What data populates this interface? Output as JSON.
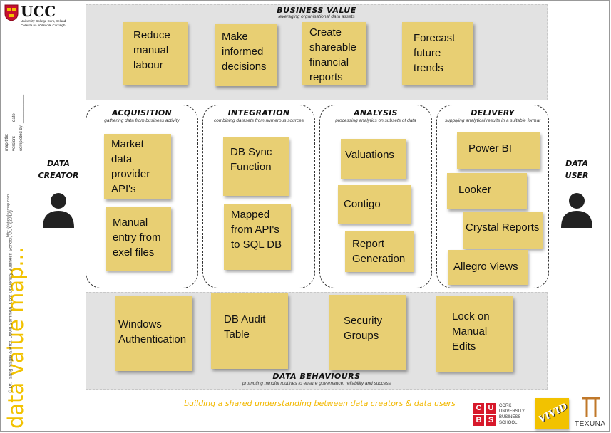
{
  "logo": {
    "name": "UCC",
    "line1": "University College Cork, Ireland",
    "line2": "Coláiste na hOllscoile Corcaigh"
  },
  "business_value": {
    "title": "BUSINESS VALUE",
    "subtitle": "leveraging organisational data assets",
    "notes": [
      "Reduce manual labour",
      "Make informed decisions",
      "Create shareable financial reports",
      "Forecast future trends"
    ]
  },
  "stages": [
    {
      "title": "ACQUISITION",
      "subtitle": "gathering data from business activity",
      "notes": [
        "Market data provider API's",
        "Manual entry from exel files"
      ]
    },
    {
      "title": "INTEGRATION",
      "subtitle": "combining datasets from numerous sources",
      "notes": [
        "DB Sync Function",
        "Mapped from API's to SQL DB"
      ]
    },
    {
      "title": "ANALYSIS",
      "subtitle": "processing analytics on subsets of data",
      "notes": [
        "Valuations",
        "Contigo",
        "Report Generation"
      ]
    },
    {
      "title": "DELIVERY",
      "subtitle": "supplying analytical results in a suitable format",
      "notes": [
        "Power BI",
        "Looker",
        "Crystal Reports",
        "Allegro Views"
      ]
    }
  ],
  "data_creator": {
    "line1": "DATA",
    "line2": "CREATOR"
  },
  "data_user": {
    "line1": "DATA",
    "line2": "USER"
  },
  "behaviours": {
    "title": "DATA BEHAVIOURS",
    "subtitle": "promoting mindful routines to ensure governance, reliability and success",
    "notes": [
      "Windows Authentication",
      "DB Audit Table",
      "Security Groups",
      "Lock on Manual Edits"
    ]
  },
  "side": {
    "big": "data value map...",
    "copyright": "© Dr. Tadhg Nagle & Prof. David Sammon, Cork University Business School, UCC (2017)",
    "url": "http://datavaluemap.com",
    "map_title": "map title:",
    "version": "version:",
    "date": "date:",
    "completed_by": "completed by:"
  },
  "tagline": "building a shared understanding between data creators & data users",
  "brands": {
    "cubs_letters": [
      "C",
      "U",
      "B",
      "S"
    ],
    "cubs_text": [
      "CORK",
      "UNIVERSITY",
      "BUSINESS",
      "SCHOOL"
    ],
    "vivid": "VIVID",
    "texuna": "TEXUNA"
  },
  "colors": {
    "note": "#e8cf73",
    "band": "#e2e2e2",
    "accent": "#f2c200",
    "cubs_red": "#d7192b"
  }
}
